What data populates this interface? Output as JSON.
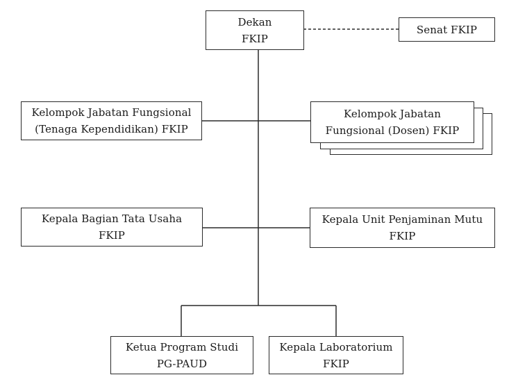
{
  "chart": {
    "nodes": {
      "dekan": {
        "line1": "Dekan",
        "line2": "FKIP"
      },
      "senat": {
        "line1": "Senat FKIP"
      },
      "kjf_tendik": {
        "line1": "Kelompok Jabatan Fungsional",
        "line2": "(Tenaga Kependidikan) FKIP"
      },
      "kjf_dosen": {
        "line1": "Kelompok Jabatan",
        "line2": "Fungsional (Dosen) FKIP"
      },
      "kabag_tu": {
        "line1": "Kepala Bagian Tata Usaha",
        "line2": "FKIP"
      },
      "kupm": {
        "line1": "Kepala Unit Penjaminan Mutu",
        "line2": "FKIP"
      },
      "kaprodi": {
        "line1": "Ketua Program Studi",
        "line2": "PG-PAUD"
      },
      "kalab": {
        "line1": "Kepala Laboratorium",
        "line2": "FKIP"
      }
    }
  }
}
